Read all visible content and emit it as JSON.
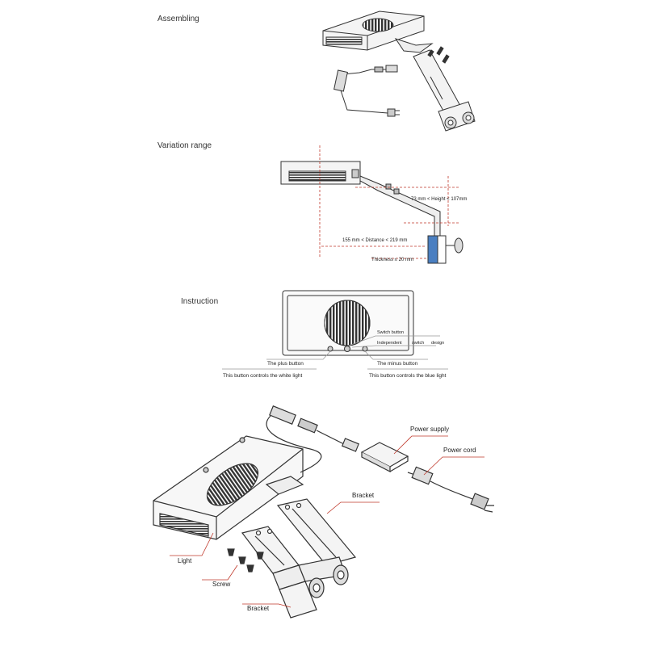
{
  "sections": {
    "assembling": "Assembling",
    "variation": "Variation range",
    "instruction": "Instruction"
  },
  "variation_labels": {
    "height": "73 mm < Height < 107mm",
    "distance": "155 mm < Distance < 219 mm",
    "thickness": "Thickness ≤ 20 mm"
  },
  "instruction_labels": {
    "switch_button": "Switch button",
    "independent_1": "Independent",
    "independent_2": "switch",
    "independent_3": "design",
    "plus_button": "The plus button",
    "white_light": "This button controls the white light",
    "minus_button": "The minus button",
    "blue_light": "This button controls the blue light"
  },
  "exploded_labels": {
    "power_supply": "Power supply",
    "power_cord": "Power cord",
    "bracket_top": "Bracket",
    "light": "Light",
    "screw": "Screw",
    "bracket_bottom": "Bracket"
  },
  "colors": {
    "callout_red": "#c0392b",
    "clamp_blue": "#4a7fc1"
  }
}
